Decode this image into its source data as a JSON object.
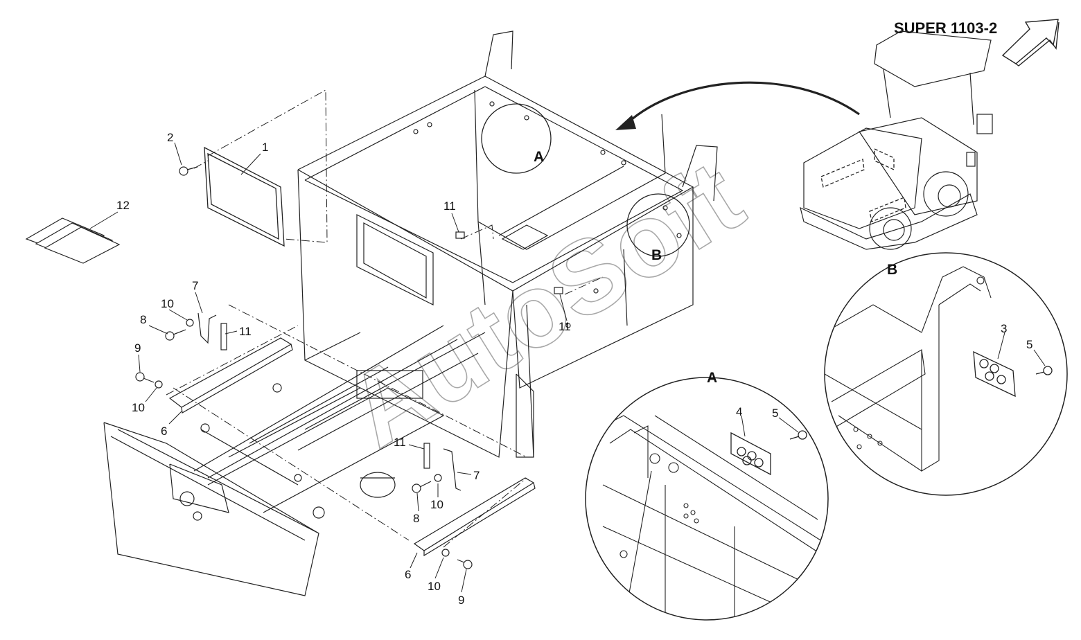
{
  "header": {
    "model": "SUPER 1103-2"
  },
  "watermark": "AutoSoft",
  "detail_labels": {
    "a": "A",
    "b": "B"
  },
  "callouts": {
    "p1": "1",
    "p2": "2",
    "p3": "3",
    "p4": "4",
    "p5": "5",
    "p5b": "5",
    "p6": "6",
    "p6b": "6",
    "p7": "7",
    "p7b": "7",
    "p8": "8",
    "p8b": "8",
    "p9": "9",
    "p9b": "9",
    "p10": "10",
    "p10b": "10",
    "p10c": "10",
    "p10d": "10",
    "p11": "11",
    "p11b": "11",
    "p11c": "11",
    "p11d": "11",
    "p12": "12"
  }
}
